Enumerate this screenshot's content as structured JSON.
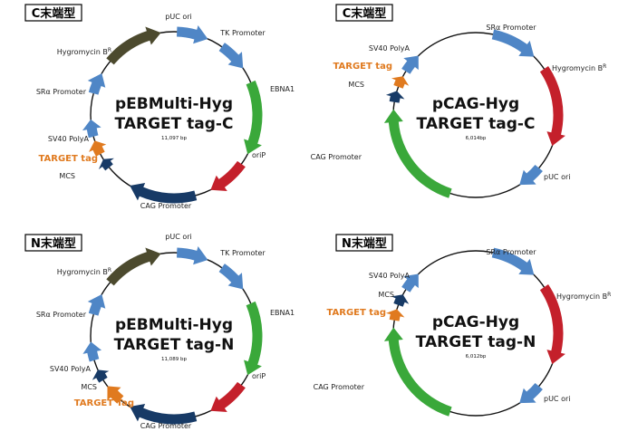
{
  "colors": {
    "blue": "#4f86c6",
    "green": "#3aa83a",
    "red": "#c4202b",
    "navy": "#173a66",
    "olive": "#4c4a2e",
    "orange": "#e07a1f",
    "highlight_text": "#e07a1f"
  },
  "plasmids": [
    {
      "label": "C末端型",
      "title": "pEBMulti-Hyg",
      "subtitle": "TARGET tag-C",
      "size": "11,097 bp",
      "features": [
        {
          "name": "pUC ori",
          "color": "blue"
        },
        {
          "name": "TK Promoter",
          "color": "blue"
        },
        {
          "name": "EBNA1",
          "color": "green"
        },
        {
          "name": "oriP",
          "color": "red"
        },
        {
          "name": "CAG Promoter",
          "color": "navy"
        },
        {
          "name": "MCS",
          "color": "navy"
        },
        {
          "name": "TARGET tag",
          "color": "orange",
          "highlight": true
        },
        {
          "name": "SV40 PolyA",
          "color": "blue"
        },
        {
          "name": "SRα Promoter",
          "color": "blue"
        },
        {
          "name": "Hygromycin B",
          "sup": "R",
          "color": "olive"
        }
      ]
    },
    {
      "label": "C末端型",
      "title": "pCAG-Hyg",
      "subtitle": "TARGET tag-C",
      "size": "6,014bp",
      "features": [
        {
          "name": "SRα Promoter",
          "color": "blue"
        },
        {
          "name": "Hygromycin B",
          "sup": "R",
          "color": "red"
        },
        {
          "name": "pUC ori",
          "color": "blue"
        },
        {
          "name": "CAG Promoter",
          "color": "green"
        },
        {
          "name": "MCS",
          "color": "navy"
        },
        {
          "name": "TARGET tag",
          "color": "orange",
          "highlight": true
        },
        {
          "name": "SV40 PolyA",
          "color": "blue"
        }
      ]
    },
    {
      "label": "N末端型",
      "title": "pEBMulti-Hyg",
      "subtitle": "TARGET tag-N",
      "size": "11,089 bp",
      "features": [
        {
          "name": "pUC ori",
          "color": "blue"
        },
        {
          "name": "TK Promoter",
          "color": "blue"
        },
        {
          "name": "EBNA1",
          "color": "green"
        },
        {
          "name": "oriP",
          "color": "red"
        },
        {
          "name": "CAG Promoter",
          "color": "navy"
        },
        {
          "name": "TARGET Tag",
          "color": "orange",
          "highlight": true
        },
        {
          "name": "MCS",
          "color": "navy"
        },
        {
          "name": "SV40 PolyA",
          "color": "blue"
        },
        {
          "name": "SRα Promoter",
          "color": "blue"
        },
        {
          "name": "Hygromycin B",
          "sup": "R",
          "color": "olive"
        }
      ]
    },
    {
      "label": "N末端型",
      "title": "pCAG-Hyg",
      "subtitle": "TARGET tag-N",
      "size": "6,012bp",
      "features": [
        {
          "name": "SRα Promoter",
          "color": "blue"
        },
        {
          "name": "Hygromycin B",
          "sup": "R",
          "color": "red"
        },
        {
          "name": "pUC ori",
          "color": "blue"
        },
        {
          "name": "CAG Promoter",
          "color": "green"
        },
        {
          "name": "TARGET tag",
          "color": "orange",
          "highlight": true
        },
        {
          "name": "MCS",
          "color": "navy"
        },
        {
          "name": "SV40 PolyA",
          "color": "blue"
        }
      ]
    }
  ]
}
